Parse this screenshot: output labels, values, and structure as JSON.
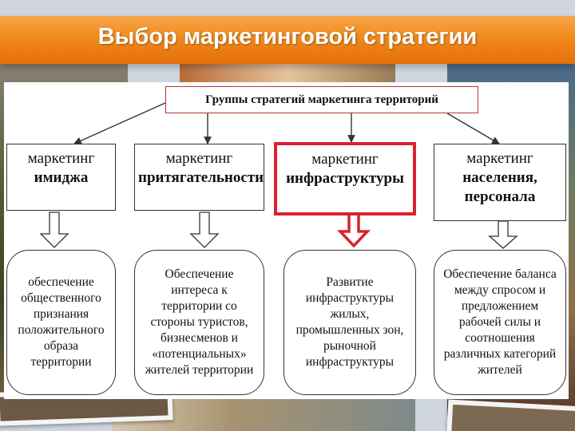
{
  "title": "Выбор маркетинговой стратегии",
  "diagram": {
    "root": "Группы стратегий маркетинга территорий",
    "categories": [
      {
        "line1": "маркетинг",
        "line2": "имиджа",
        "highlighted": false
      },
      {
        "line1": "маркетинг",
        "line2": "притягательности",
        "highlighted": false
      },
      {
        "line1": "маркетинг",
        "line2": "инфраструктуры",
        "highlighted": true
      },
      {
        "line1": "маркетинг",
        "line2": "населения, персонала",
        "highlighted": false
      }
    ],
    "results": [
      "обеспечение\nобщественного\nпризнания\nположительного\nобраза\nтерритории",
      "Обеспечение\nинтереса к\nтерритории со\nстороны туристов,\nбизнесменов и\n«потенциальных»\nжителей территории",
      "Развитие\nинфраструктуры\nжилых,\nпромышленных зон,\nрыночной\nинфраструктуры",
      "Обеспечение баланса\nмежду спросом и\nпредложением\nрабочей силы и\nсоотношения\nразличных категорий\nжителей"
    ],
    "colors": {
      "title_bar": "#f08a1c",
      "highlight": "#d9232e",
      "root_border": "#b33333"
    }
  }
}
